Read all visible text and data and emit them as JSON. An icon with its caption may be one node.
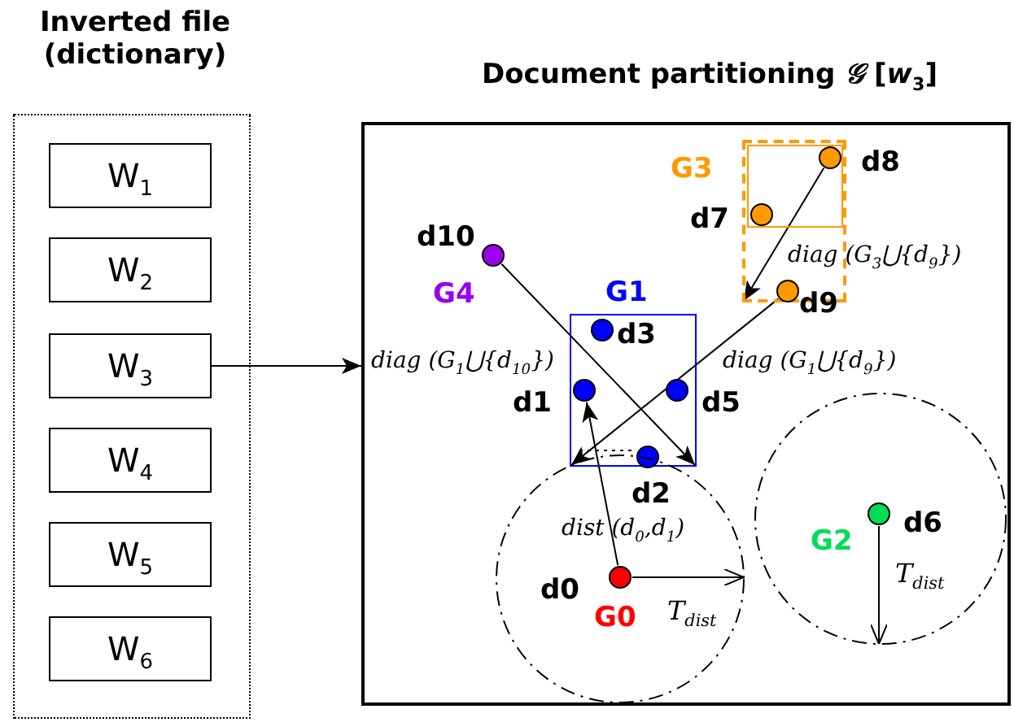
{
  "diagram": {
    "nodes": [
      {
        "text": [
          "Inverted file (dictionary)"
        ]
      },
      {
        "text": [
          "W$_{1}$"
        ],
        "in": 0
      },
      {
        "text": [
          "W$_{2}$"
        ],
        "in": 0
      },
      {
        "text": [
          "W$_{3}$"
        ],
        "in": 0
      },
      {
        "text": [
          "W$_{4}$"
        ],
        "in": 0
      },
      {
        "text": [
          "W$_{5}$"
        ],
        "in": 0
      },
      {
        "text": [
          "W$_{6}$"
        ],
        "in": 0
      },
      {
        "text": [
          "Document partitioning *𝒢* [*w*$_{3}$]"
        ]
      },
      {
        "text": [],
        "shape": "box",
        "in": 7
      },
      {
        "text": [
          "G3"
        ],
        "in": 8
      },
      {
        "text": [
          "d8"
        ],
        "in": 9
      },
      {
        "text": [
          "d7"
        ],
        "in": 9
      },
      {
        "text": [
          "d9"
        ],
        "in": 8
      },
      {
        "text": [
          "d10"
        ],
        "in": 7
      },
      {
        "text": [
          "G1"
        ],
        "in": 7
      },
      {
        "text": [
          "d3"
        ],
        "in": 14
      },
      {
        "text": [
          "d1"
        ],
        "in": 14
      },
      {
        "text": [
          "d5"
        ],
        "in": 14
      },
      {
        "text": [
          "d2"
        ],
        "in": 14
      },
      {
        "text": [
          "G0"
        ],
        "in": 7
      },
      {
        "text": [
          "d0"
        ],
        "in": 19
      },
      {
        "text": [
          "G2"
        ],
        "in": 7
      },
      {
        "text": [
          "d6"
        ],
        "in": 21
      }
    ],
    "edges": [
      {
        "from": 3,
        "to": 7,
        "arrow": "to"
      },
      {
        "from": 13,
        "to": 14,
        "arrow": "to",
        "label": "diag (G$_{1}$⋃{d$_{10}$})"
      },
      {
        "from": 10,
        "to": 8,
        "arrow": "to",
        "label": "diag (G$_{3}$⋃{d$_{9}$})"
      },
      {
        "from": 12,
        "to": 14,
        "arrow": "to",
        "label": "diag (G$_{1}$⋃{d$_{9}$})"
      },
      {
        "from": 20,
        "to": 16,
        "arrow": "to",
        "label": "dist (d$_{0}$,d$_{1}$)"
      },
      {
        "from": 20,
        "to": 19,
        "arrow": "to",
        "label": "T$_{dist}$"
      },
      {
        "from": 22,
        "to": 21,
        "arrow": "to",
        "label": "T$_{dist}$"
      }
    ],
    "labels": [
      "G4"
    ]
  }
}
